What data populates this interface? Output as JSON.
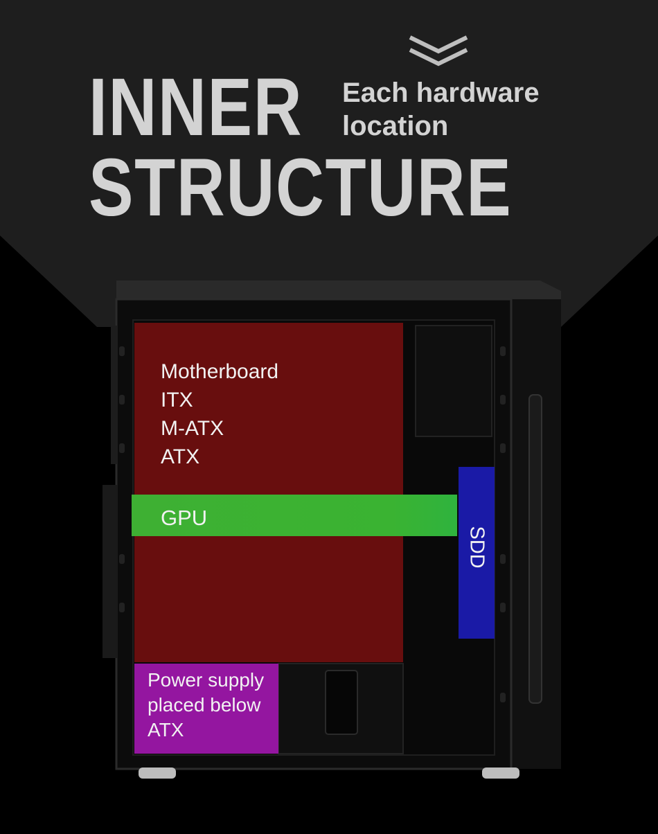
{
  "header": {
    "title_line_1": "INNER",
    "title_line_2": "STRUCTURE",
    "subtitle_line_1": "Each hardware",
    "subtitle_line_2": "location",
    "chevron_icon": "double-chevron-down-icon"
  },
  "zones": {
    "motherboard": {
      "lines": [
        "Motherboard",
        "ITX",
        "M-ATX",
        "ATX"
      ],
      "color": "#731010"
    },
    "gpu": {
      "label": "GPU",
      "color": "#3eb033"
    },
    "ssd": {
      "label": "SDD",
      "color": "#1a1aa6"
    },
    "psu": {
      "lines": [
        "Power supply",
        "placed below",
        "ATX"
      ],
      "color": "#9416a0"
    }
  },
  "colors": {
    "banner": "#1e1e1e",
    "title_text": "#d3d3d3",
    "case_body": "#0d0d0d"
  }
}
